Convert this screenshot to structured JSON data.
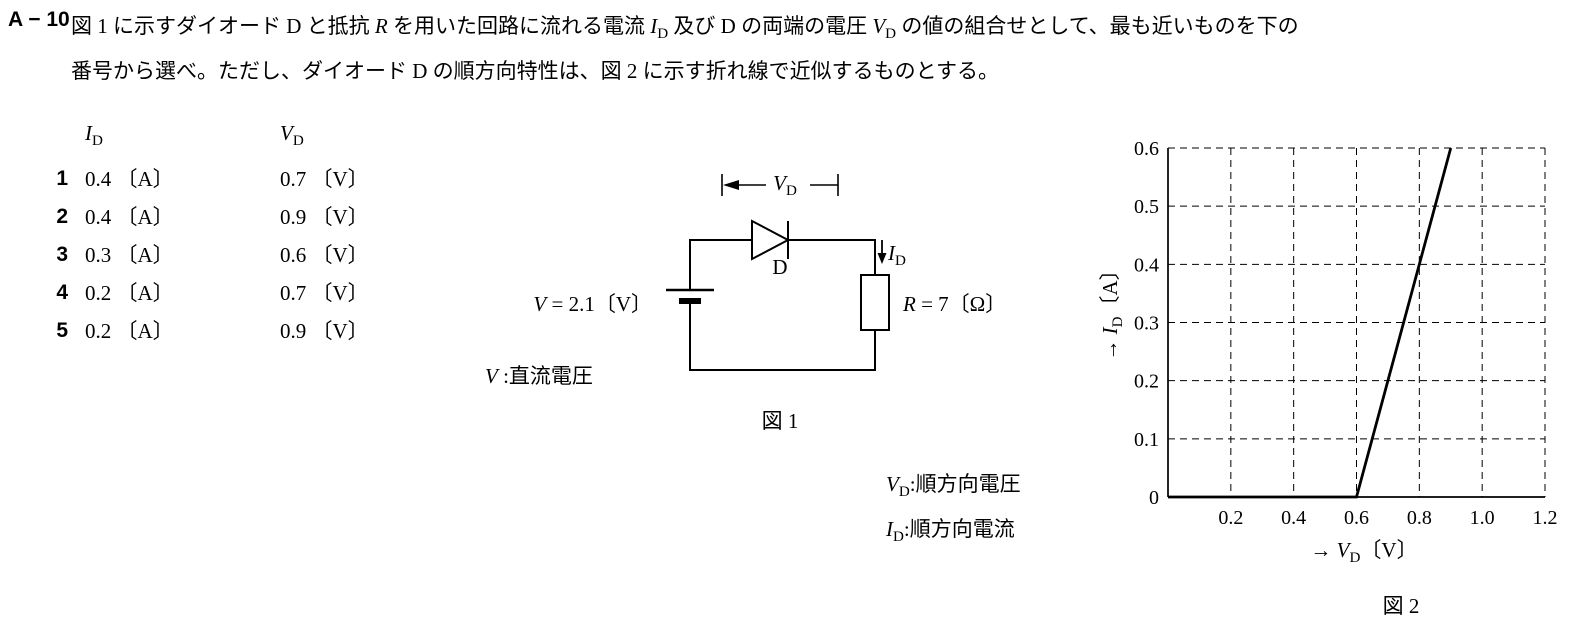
{
  "question": {
    "number": "A − 10",
    "line1": [
      {
        "t": "図 1 に示すダイオード D と抵抗 "
      },
      {
        "t": "R",
        "s": "i"
      },
      {
        "t": " を用いた回路に流れる電流 "
      },
      {
        "t": "I",
        "s": "i"
      },
      {
        "t": "D",
        "s": "sub"
      },
      {
        "t": " 及び D の両端の電圧 "
      },
      {
        "t": "V",
        "s": "i"
      },
      {
        "t": "D",
        "s": "sub"
      },
      {
        "t": " の値の組合せとして、最も近いものを下の"
      }
    ],
    "line2": [
      {
        "t": "番号から選べ。ただし、ダイオード D の順方向特性は、図 2 に示す折れ線で近似するものとする。"
      }
    ]
  },
  "choices": {
    "header_id": [
      {
        "t": "I",
        "s": "i"
      },
      {
        "t": "D",
        "s": "sub"
      }
    ],
    "header_vd": [
      {
        "t": "V",
        "s": "i"
      },
      {
        "t": "D",
        "s": "sub"
      }
    ],
    "rows": [
      {
        "num": "1",
        "id": "0.4 〔A〕",
        "vd": "0.7 〔V〕"
      },
      {
        "num": "2",
        "id": "0.4 〔A〕",
        "vd": "0.9 〔V〕"
      },
      {
        "num": "3",
        "id": "0.3 〔A〕",
        "vd": "0.6 〔V〕"
      },
      {
        "num": "4",
        "id": "0.2 〔A〕",
        "vd": "0.7 〔V〕"
      },
      {
        "num": "5",
        "id": "0.2 〔A〕",
        "vd": "0.9 〔V〕"
      }
    ]
  },
  "circuit": {
    "vd_annotation": [
      {
        "t": "V",
        "s": "i"
      },
      {
        "t": "D",
        "s": "sub"
      }
    ],
    "source_label": [
      {
        "t": "V",
        "s": "i"
      },
      {
        "t": " = 2.1〔V〕"
      }
    ],
    "diode_label": [
      {
        "t": "D"
      }
    ],
    "current_label": [
      {
        "t": "I",
        "s": "i"
      },
      {
        "t": "D",
        "s": "sub"
      }
    ],
    "resistor_label": [
      {
        "t": "R",
        "s": "i"
      },
      {
        "t": " = 7〔Ω〕"
      }
    ],
    "dc_note": [
      {
        "t": "V",
        "s": "i"
      },
      {
        "t": " :直流電圧"
      }
    ],
    "caption": "図 1"
  },
  "notes": {
    "vd": [
      {
        "t": "V",
        "s": "i"
      },
      {
        "t": "D",
        "s": "sub"
      },
      {
        "t": ":順方向電圧"
      }
    ],
    "id": [
      {
        "t": "I",
        "s": "i"
      },
      {
        "t": "D",
        "s": "sub"
      },
      {
        "t": ":順方向電流"
      }
    ]
  },
  "figure2": {
    "caption": "図 2",
    "ylabel": [
      {
        "t": "→ "
      },
      {
        "t": "I",
        "s": "i"
      },
      {
        "t": "D",
        "s": "sub"
      },
      {
        "t": "〔A〕"
      }
    ],
    "xlabel": [
      {
        "t": "→ "
      },
      {
        "t": "V",
        "s": "i"
      },
      {
        "t": "D",
        "s": "sub"
      },
      {
        "t": "〔V〕"
      }
    ]
  },
  "chart_data": {
    "type": "line",
    "xlabel": "→ VD〔V〕",
    "ylabel": "→ ID〔A〕",
    "xlim": [
      0,
      1.2
    ],
    "ylim": [
      0,
      0.6
    ],
    "x_ticks": [
      0.2,
      0.4,
      0.6,
      0.8,
      1.0,
      1.2
    ],
    "x_tick_labels": [
      "0.2",
      "0.4",
      "0.6",
      "0.8",
      "1.0",
      "1.2"
    ],
    "y_ticks": [
      0.1,
      0.2,
      0.3,
      0.4,
      0.5,
      0.6
    ],
    "y_tick_labels": [
      "0.1",
      "0.2",
      "0.3",
      "0.4",
      "0.5",
      "0.6"
    ],
    "origin_label": "0",
    "grid": "dashed",
    "points": [
      [
        0,
        0
      ],
      [
        0.6,
        0
      ],
      [
        0.9,
        0.6
      ]
    ]
  }
}
